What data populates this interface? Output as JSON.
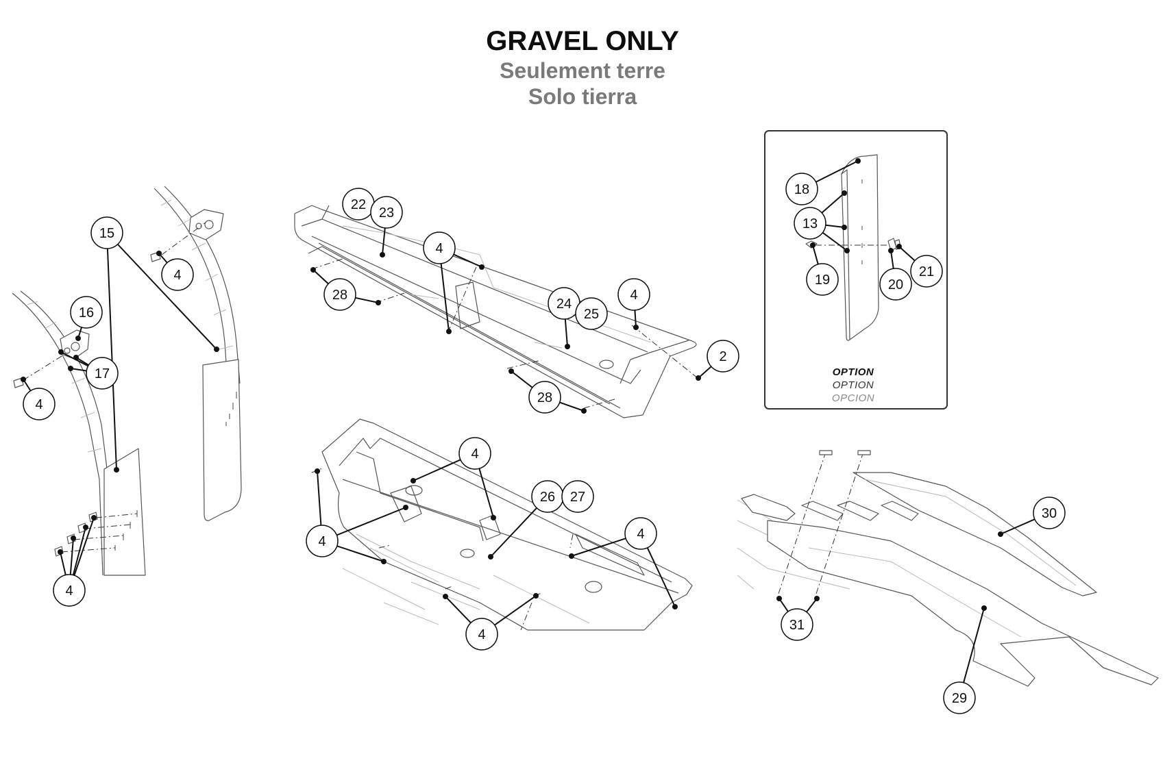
{
  "title": {
    "line1": "GRAVEL ONLY",
    "line2": "Seulement terre",
    "line3": "Solo tierra"
  },
  "option_box": {
    "line1": "OPTION",
    "line2": "OPTION",
    "line3": "OPCION"
  },
  "colors": {
    "ink": "#111111",
    "drawing_line": "#555555",
    "faint_line": "#b8b8b8",
    "subtitle_gray": "#7a7a7a"
  },
  "callouts": [
    {
      "label": "15"
    },
    {
      "label": "4"
    },
    {
      "label": "16"
    },
    {
      "label": "17"
    },
    {
      "label": "4"
    },
    {
      "label": "4"
    },
    {
      "label": "22"
    },
    {
      "label": "23"
    },
    {
      "label": "4"
    },
    {
      "label": "28"
    },
    {
      "label": "24"
    },
    {
      "label": "25"
    },
    {
      "label": "4"
    },
    {
      "label": "2"
    },
    {
      "label": "28"
    },
    {
      "label": "18"
    },
    {
      "label": "13"
    },
    {
      "label": "19"
    },
    {
      "label": "20"
    },
    {
      "label": "21"
    },
    {
      "label": "4"
    },
    {
      "label": "26"
    },
    {
      "label": "27"
    },
    {
      "label": "4"
    },
    {
      "label": "4"
    },
    {
      "label": "4"
    },
    {
      "label": "30"
    },
    {
      "label": "31"
    },
    {
      "label": "29"
    }
  ]
}
